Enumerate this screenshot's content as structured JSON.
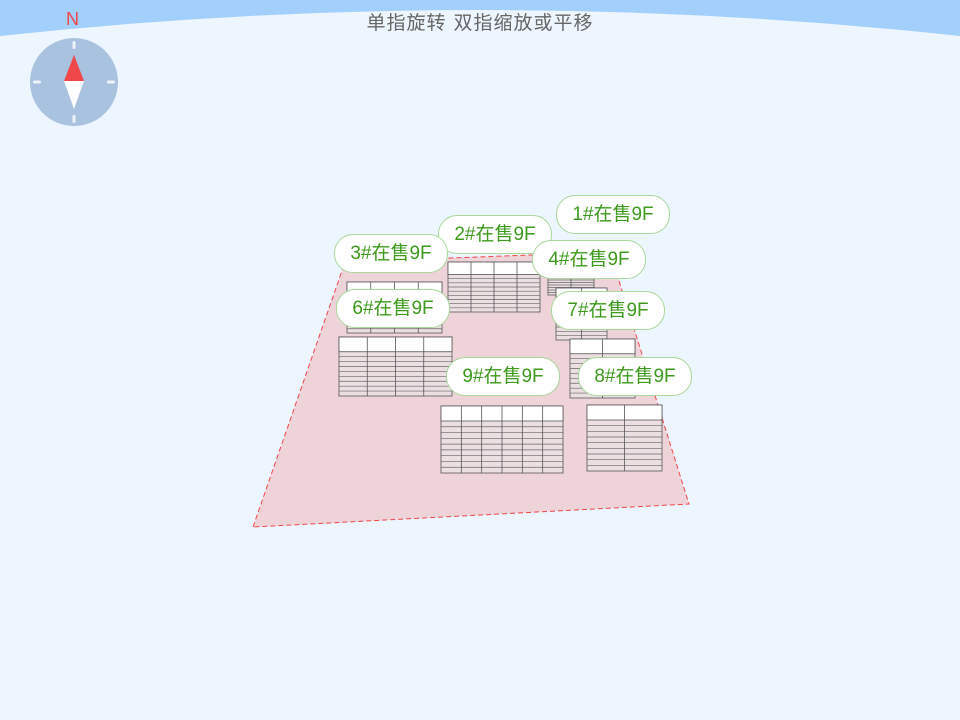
{
  "header": {
    "hint": "单指旋转 双指缩放或平移"
  },
  "compass": {
    "north_label": "N",
    "icon": "compass-icon",
    "needle_color": "#f0474a"
  },
  "colors": {
    "plot_fill": "#eed3d9",
    "plot_border": "#f0474a",
    "label_text": "#3e9a1c",
    "label_border": "#a8d89a",
    "sky": "#a3cffc"
  },
  "buildings": [
    {
      "label": "1#在售9F"
    },
    {
      "label": "2#在售9F"
    },
    {
      "label": "3#在售9F"
    },
    {
      "label": "4#在售9F"
    },
    {
      "label": "6#在售9F"
    },
    {
      "label": "7#在售9F"
    },
    {
      "label": "9#在售9F"
    },
    {
      "label": "8#在售9F"
    }
  ]
}
